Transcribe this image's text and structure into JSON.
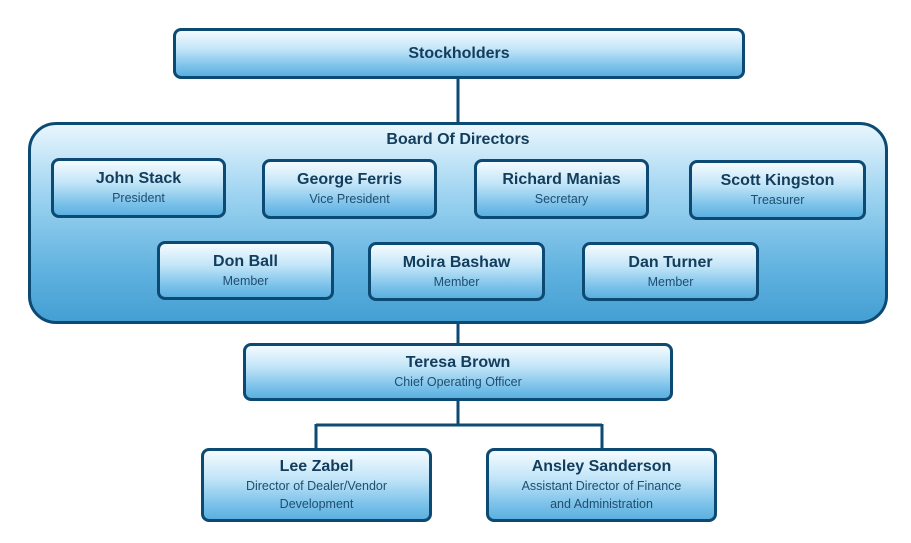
{
  "stockholders": {
    "label": "Stockholders"
  },
  "board": {
    "title": "Board Of Directors",
    "members": [
      {
        "name": "John Stack",
        "role": "President"
      },
      {
        "name": "George Ferris",
        "role": "Vice President"
      },
      {
        "name": "Richard Manias",
        "role": "Secretary"
      },
      {
        "name": "Scott Kingston",
        "role": "Treasurer"
      },
      {
        "name": "Don Ball",
        "role": "Member"
      },
      {
        "name": "Moira Bashaw",
        "role": "Member"
      },
      {
        "name": "Dan Turner",
        "role": "Member"
      }
    ]
  },
  "coo": {
    "name": "Teresa Brown",
    "role": "Chief Operating Officer"
  },
  "directors": [
    {
      "name": "Lee Zabel",
      "role_line1": "Director of Dealer/Vendor",
      "role_line2": "Development"
    },
    {
      "name": "Ansley Sanderson",
      "role_line1": "Assistant Director of Finance",
      "role_line2": "and Administration"
    }
  ],
  "colors": {
    "border": "#0d4a73",
    "text": "#123d5c",
    "fill_light": "#f4fbff",
    "fill_dark": "#5bb0e0"
  }
}
